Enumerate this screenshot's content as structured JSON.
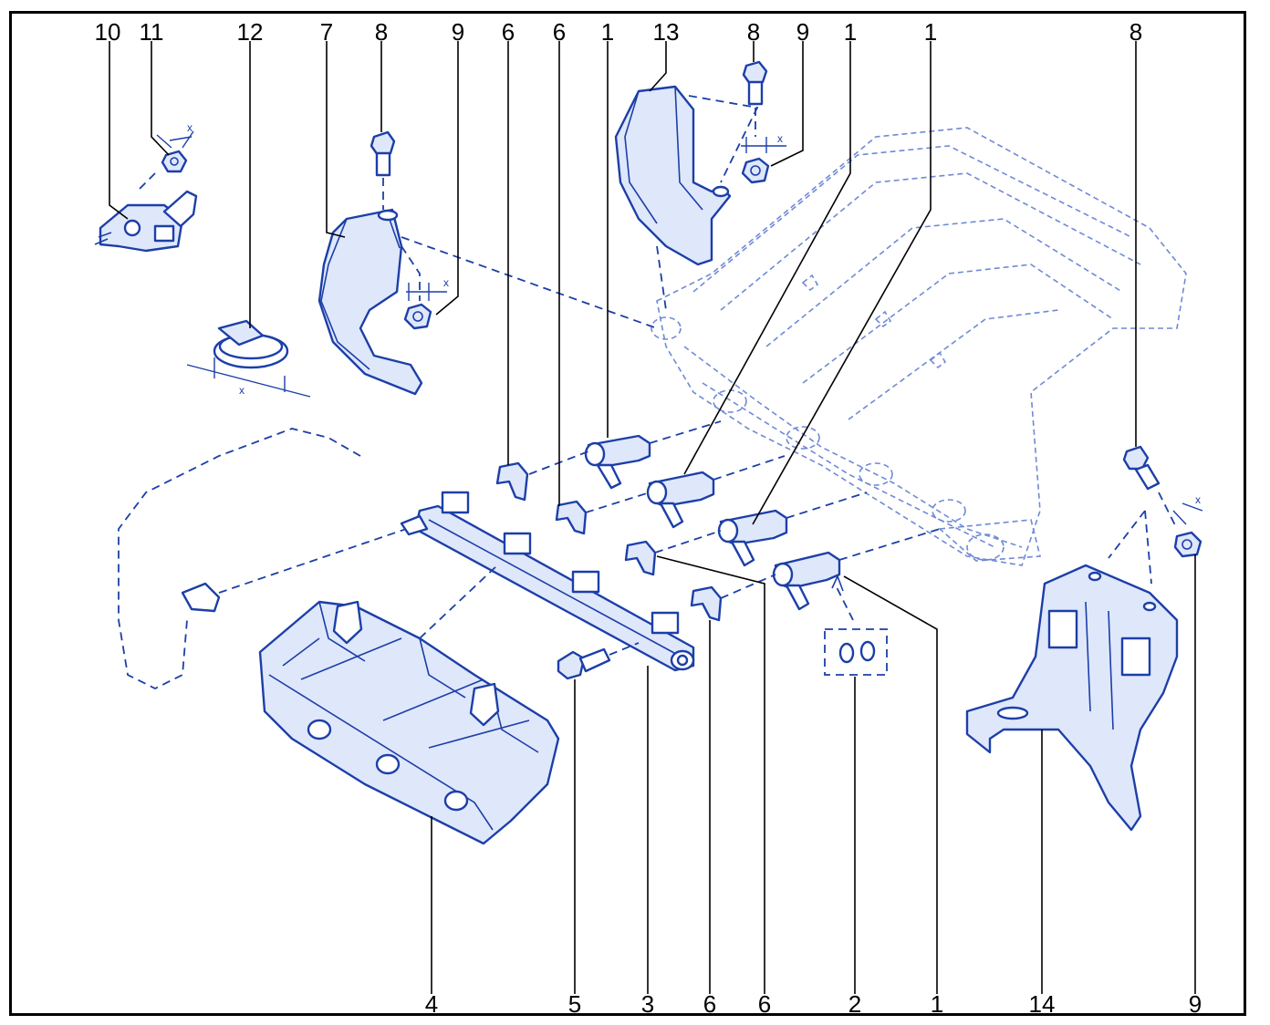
{
  "callouts_top": [
    "10",
    "11",
    "12",
    "7",
    "8",
    "9",
    "6",
    "6",
    "1",
    "13",
    "8",
    "9",
    "1",
    "1",
    "8"
  ],
  "callouts_bottom": [
    "4",
    "5",
    "3",
    "6",
    "6",
    "2",
    "1",
    "14",
    "9"
  ],
  "dimension_marks": [
    "x",
    "x",
    "x",
    "x",
    "x"
  ],
  "colors": {
    "line_art": "#1c3fa8",
    "ghost_art": "#6f8ad6",
    "frame": "#000000"
  }
}
